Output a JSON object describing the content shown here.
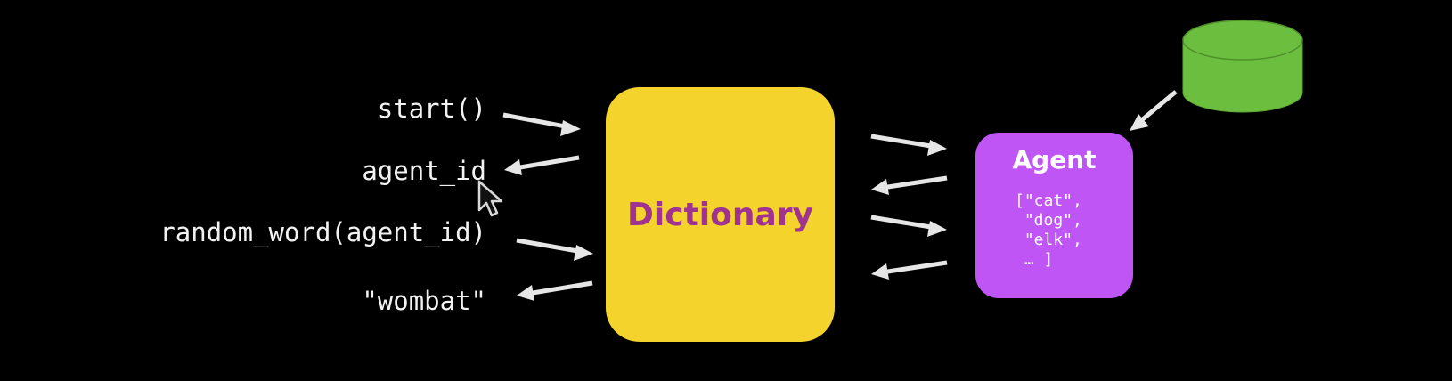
{
  "inputs": {
    "start": "start()",
    "agent_id": "agent_id",
    "random_word": "random_word(agent_id)",
    "wombat": "\"wombat\""
  },
  "dictionary": {
    "title": "Dictionary",
    "fill": "#f3d32c",
    "text_color": "#a0338f"
  },
  "agent": {
    "title": "Agent",
    "fill": "#bf55f5",
    "words": "[\"cat\",\n \"dog\",\n \"elk\",\n … ]"
  },
  "database": {
    "fill": "#6cbf3e",
    "icon": "database-cylinder-icon"
  },
  "arrow_color": "#e6e6e6",
  "cursor_icon": "mouse-pointer-icon"
}
